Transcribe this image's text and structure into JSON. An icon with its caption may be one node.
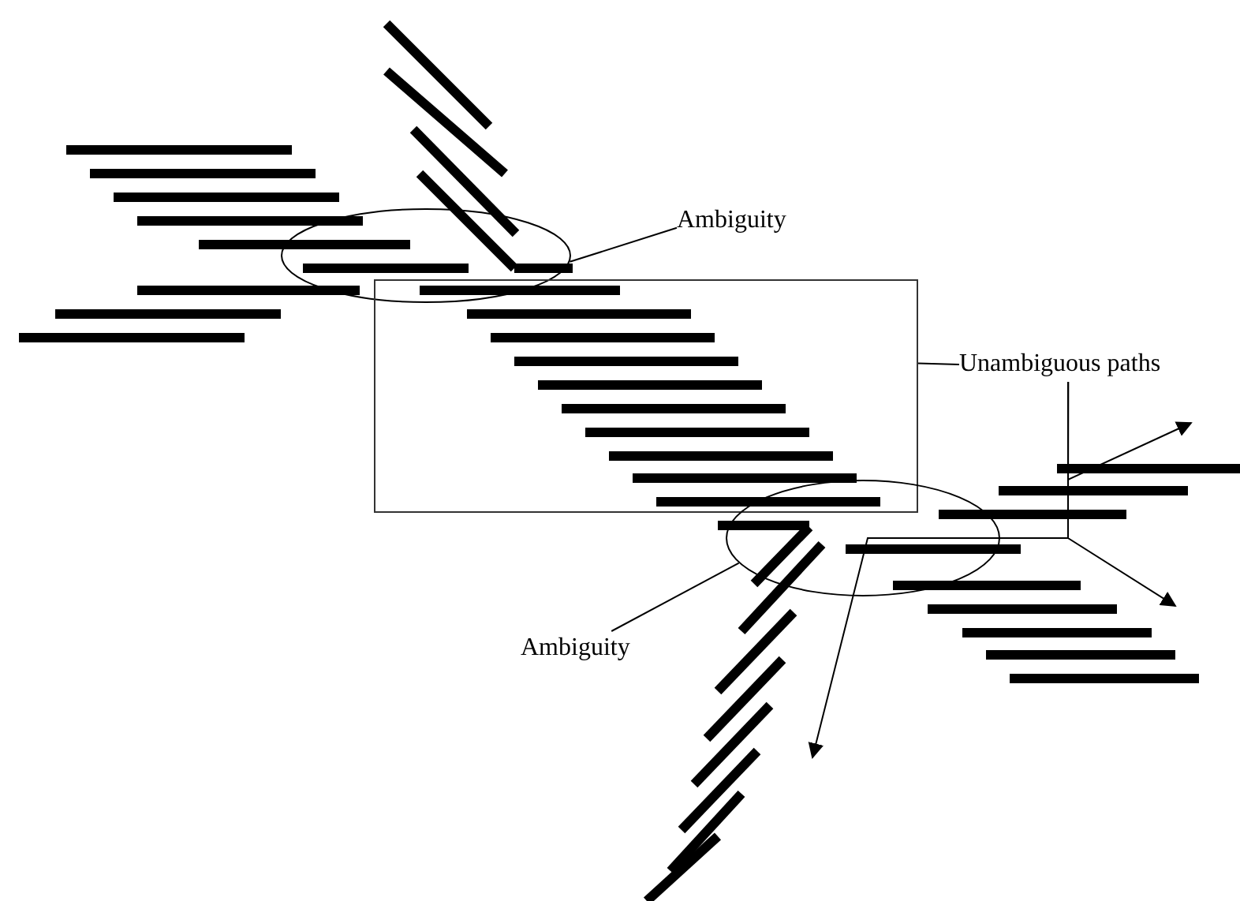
{
  "diagram": {
    "nodes": [
      {
        "text": [
          "Ambiguity"
        ]
      },
      {
        "text": [],
        "shape": "ellipse"
      },
      {
        "text": [],
        "shape": "box"
      },
      {
        "text": [
          "Unambiguous paths"
        ]
      },
      {
        "text": [],
        "shape": "ellipse"
      },
      {
        "text": [
          "Ambiguity"
        ]
      }
    ],
    "edges": [
      {
        "from": 0,
        "to": 1,
        "arrow": "none"
      },
      {
        "from": 3,
        "to": 2,
        "arrow": "none"
      },
      {
        "from": 3,
        "to": null,
        "arrow": "to"
      },
      {
        "from": 3,
        "to": null,
        "arrow": "to"
      },
      {
        "from": 3,
        "to": null,
        "arrow": "to"
      },
      {
        "from": 5,
        "to": 4,
        "arrow": "none"
      }
    ]
  }
}
